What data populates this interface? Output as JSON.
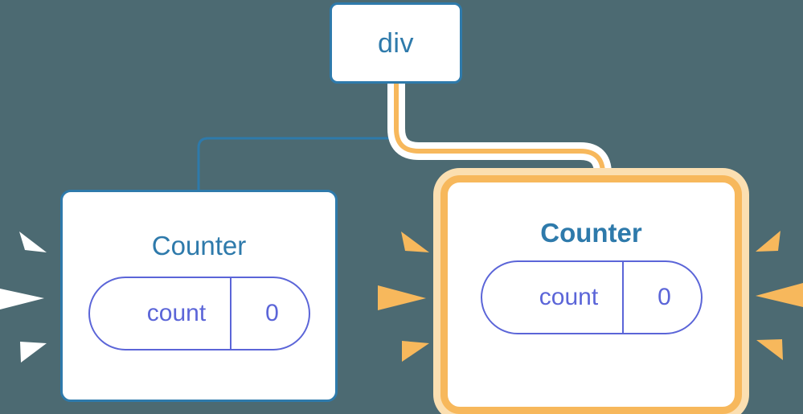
{
  "diagram": {
    "type": "component-tree",
    "background_color": "#4c6a72",
    "title": "React component tree re-render highlight"
  },
  "nodes": {
    "root": {
      "label": "div",
      "kind": "dom-element",
      "border_color": "#2e7aab",
      "text_color": "#2e7aab",
      "highlighted": "false"
    },
    "counter_left": {
      "label": "Counter",
      "kind": "component",
      "border_color": "#2e7aab",
      "text_color": "#2e7aab",
      "highlighted": "false",
      "prop": {
        "key": "count",
        "value": "0",
        "color": "#5b65d8"
      }
    },
    "counter_right": {
      "label": "Counter",
      "kind": "component",
      "border_color": "#f7b85c",
      "glow_color": "#fbdfb1",
      "text_color": "#2e7aab",
      "highlighted": "true",
      "prop": {
        "key": "count",
        "value": "0",
        "color": "#5b65d8"
      }
    }
  },
  "edges": [
    {
      "from": "div",
      "to": "Counter (left)",
      "color": "#2e7aab",
      "style": "elbow",
      "highlighted": "false"
    },
    {
      "from": "div",
      "to": "Counter (right)",
      "color": "#f7b85c",
      "halo_color": "#ffffff",
      "style": "elbow",
      "highlighted": "true"
    }
  ],
  "effects": {
    "rays_left": {
      "name": "render-flash-rays",
      "color": "#ffffff",
      "count": 3,
      "direction": "outward-left",
      "attached_to": "Counter (left)"
    },
    "rays_middle": {
      "name": "render-flash-rays",
      "color": "#f7b85c",
      "count": 3,
      "direction": "outward-left",
      "attached_to": "Counter (right)"
    },
    "rays_right": {
      "name": "render-flash-rays",
      "color": "#f7b85c",
      "count": 3,
      "direction": "outward-right",
      "attached_to": "Counter (right)"
    }
  }
}
